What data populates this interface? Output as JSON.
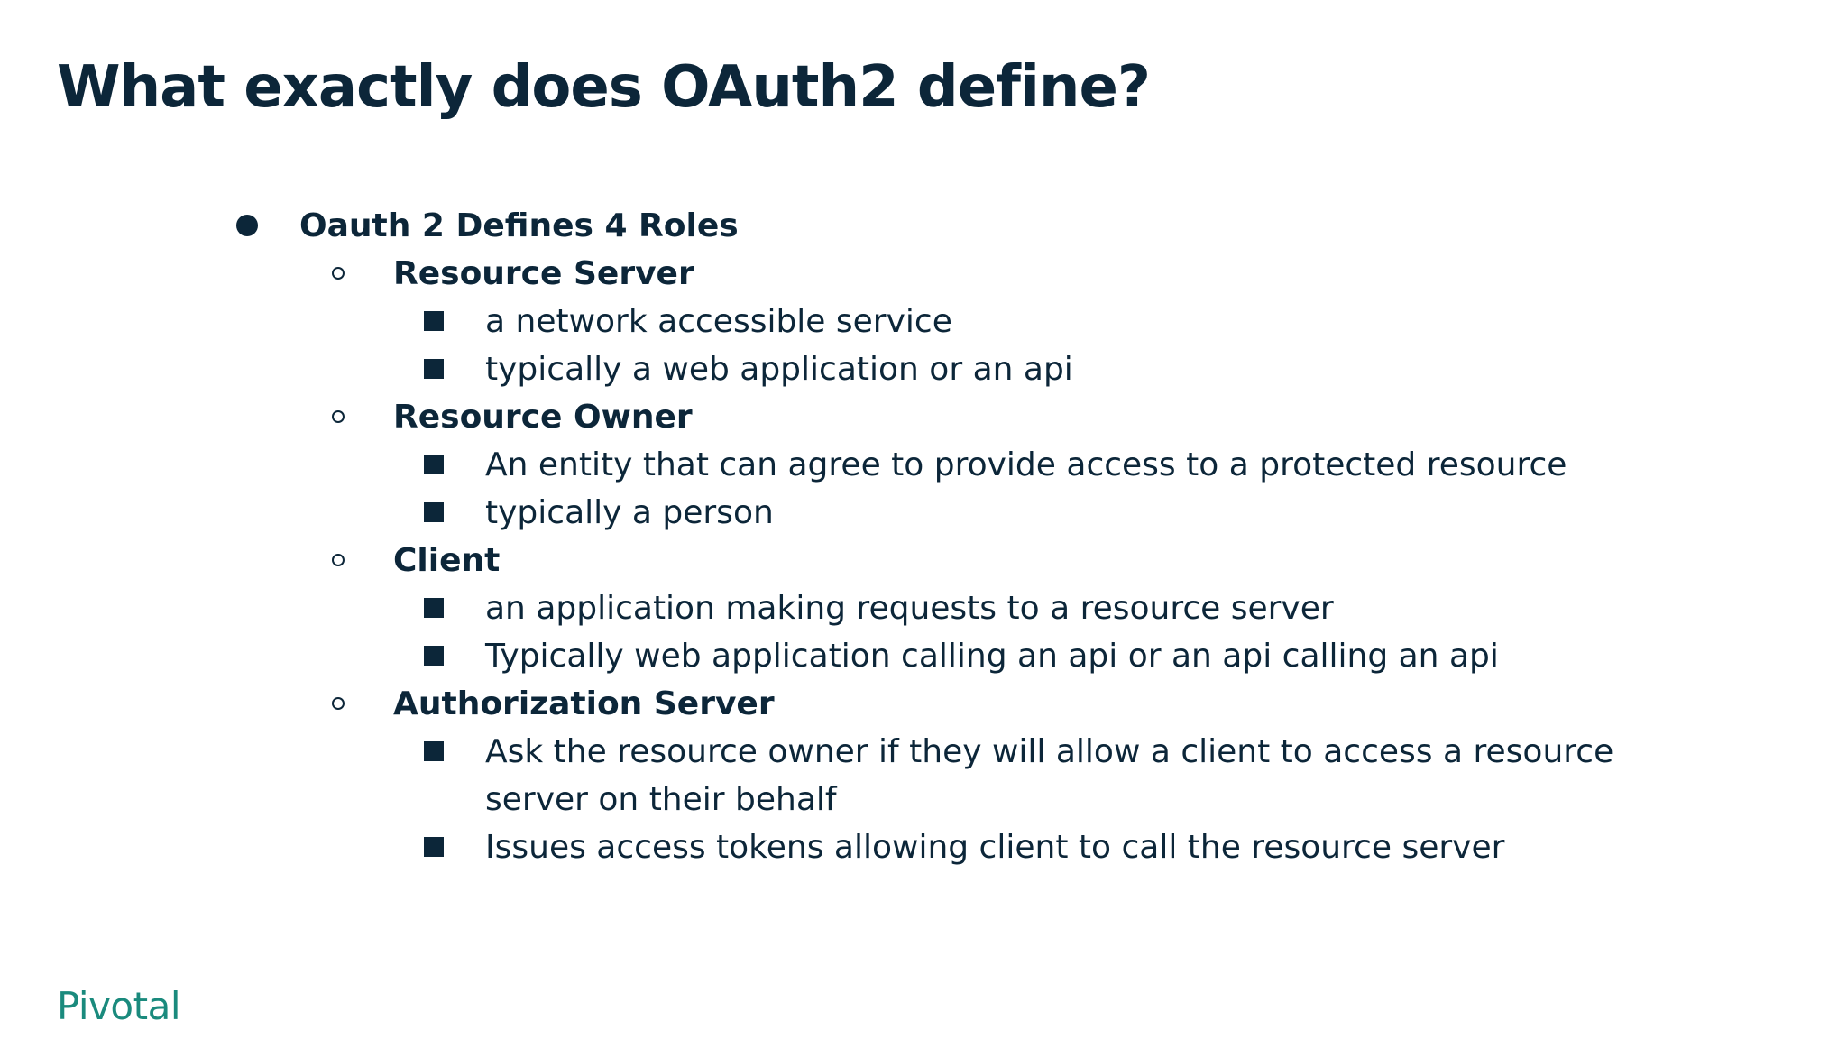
{
  "slide": {
    "title": "What exactly does OAuth2 define?",
    "logo_text": "Pivotal",
    "accent_color": "#1a8a7d",
    "text_color": "#0c2639"
  },
  "outline": {
    "heading": "Oauth 2 Defines 4 Roles",
    "roles": [
      {
        "name": "Resource Server",
        "points": [
          "a network accessible service",
          "typically a web application or an api"
        ]
      },
      {
        "name": "Resource Owner",
        "points": [
          "An entity that can agree to provide access to a protected resource",
          "typically a person"
        ]
      },
      {
        "name": "Client",
        "points": [
          "an application making requests to a resource server",
          "Typically  web application calling an api or an api calling an api"
        ]
      },
      {
        "name": "Authorization Server",
        "points": [
          "Ask the resource owner if they will allow a client to access a resource",
          "Issues access tokens allowing client to call the resource server"
        ],
        "continuation": "server on their behalf"
      }
    ]
  }
}
